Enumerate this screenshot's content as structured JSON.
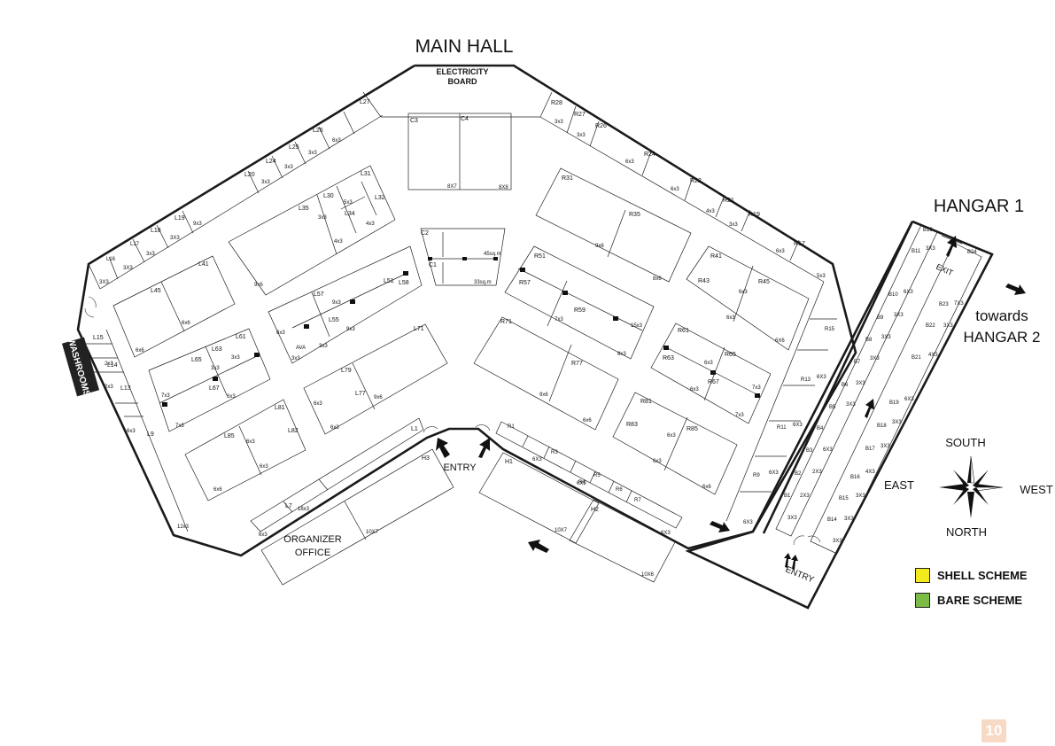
{
  "halls": {
    "main_hall": "MAIN HALL",
    "hangar1": "HANGAR 1",
    "towards": "towards",
    "hangar2": "HANGAR 2"
  },
  "facilities": {
    "electricity1": "ELECTRICITY",
    "electricity2": "BOARD",
    "washrooms": "WASHROOMS",
    "organizer1": "ORGANIZER",
    "organizer2": "OFFICE",
    "entry": "ENTRY",
    "exit": "EXIT"
  },
  "compass": {
    "south": "SOUTH",
    "north": "NORTH",
    "east": "EAST",
    "west": "WEST"
  },
  "legend": [
    {
      "label": "SHELL SCHEME",
      "color": "#f2ea1d"
    },
    {
      "label": "BARE SCHEME",
      "color": "#7dbb47"
    }
  ],
  "page_number": "10",
  "booths": {
    "L27": "L27",
    "L26": "L26",
    "L25": "L25",
    "L24": "L24",
    "L20": "L20",
    "L19": "L19",
    "L18": "L18",
    "L17": "L17",
    "L16": "L16",
    "L15": "L15",
    "L14": "L14",
    "L13": "L13",
    "L9": "L9",
    "L7": "L7",
    "L1": "L1",
    "L31": "L31",
    "L30": "L30",
    "L32": "L32",
    "L34": "L34",
    "L35": "L35",
    "L41": "L41",
    "L45": "L45",
    "L51": "L51",
    "L57": "L57",
    "L58": "L58",
    "L55": "L55",
    "AVA": "AVA",
    "L61": "L61",
    "L63": "L63",
    "L65": "L65",
    "L67": "L67",
    "L71": "L71",
    "L79": "L79",
    "L77": "L77",
    "L81": "L81",
    "L85": "L85",
    "L82": "L82",
    "C3": "C3",
    "C4": "C4",
    "C2": "C2",
    "C1": "C1",
    "R28": "R28",
    "R27": "R27",
    "R26": "R26",
    "R24": "R24",
    "R22": "R22",
    "R21": "R21",
    "R19": "R19",
    "R17": "R17",
    "R15": "R15",
    "R13": "R13",
    "R11": "R11",
    "R9": "R9",
    "R7": "R7",
    "R6": "R6",
    "R5": "R5",
    "R4": "R4",
    "R3": "R3",
    "R1": "R1",
    "R31": "R31",
    "R35": "R35",
    "R41": "R41",
    "R43": "R43",
    "R45": "R45",
    "R51": "R51",
    "R57": "R57",
    "R59": "R59",
    "R61": "R61",
    "R63": "R63",
    "R65": "R65",
    "R67": "R67",
    "R71": "R71",
    "R77": "R77",
    "R81": "R81",
    "R83": "R83",
    "R85": "R85",
    "H1": "H1",
    "H2": "H2",
    "H3": "H3",
    "B1": "B1",
    "B2": "B2",
    "B3": "B3",
    "B4": "B4",
    "B5": "B5",
    "B6": "B6",
    "B7": "B7",
    "B8": "B8",
    "B9": "B9",
    "B10": "B10",
    "B11": "B11",
    "B13": "B13",
    "B14": "B14",
    "B15": "B15",
    "B16": "B16",
    "B17": "B17",
    "B18": "B18",
    "B19": "B19",
    "B21": "B21",
    "B22": "B22",
    "B23": "B23",
    "B24": "B24"
  },
  "sizes": {
    "s_l26": "6x3",
    "s_l25": "3x3",
    "s_l24": "3x3",
    "s_l20": "3x3",
    "s_l19": "9x3",
    "s_l18": "3X3",
    "s_l17": "3x3",
    "s_l16": "3X3",
    "s_l9": "6x3",
    "s_l13": "2x3",
    "s_l14": "2x3",
    "s_12x3": "12x3",
    "s_l7": "18x3",
    "s_l7b": "6x3",
    "s_l35": "9x6",
    "s_l30": "3x3",
    "s_l34": "5x3",
    "s_l32": "4x3",
    "s_l31": "4x3",
    "s_l45": "6x6",
    "s_l41": "6x6",
    "s_l57": "9x3",
    "s_l55": "3x3",
    "s_l55b": "9x3",
    "s_ava": "6x3",
    "s_ava2": "3x3",
    "s_l63": "3x3",
    "s_l61": "3x3",
    "s_l65": "7x3",
    "s_l67": "6x3",
    "s_l65b": "7x3",
    "s_l79": "6x3",
    "s_l77": "9x6",
    "s_l79b": "6x3",
    "s_l85": "6x3",
    "s_l82": "6x3",
    "s_l85b": "6x6",
    "s_c3": "8X7",
    "s_c4": "8X8",
    "s_c2": "45sq.m",
    "s_c1": "33sq.m",
    "s_r28": "3x3",
    "s_r27": "3x3",
    "s_r24": "6x3",
    "s_r22": "6x3",
    "s_r21": "4x3",
    "s_r19": "3x3",
    "s_r17": "6x3",
    "s_r15": "5x3",
    "s_r35": "9x6",
    "s_r35b": "8x6",
    "s_r43": "6x3",
    "s_r43b": "6x3",
    "s_r45": "6X6",
    "s_r57": "7x3",
    "s_r59": "15x3",
    "s_r59b": "8x3",
    "s_r77": "9x6",
    "s_r77b": "6x6",
    "s_r65": "6x3",
    "s_r67": "6x3",
    "s_r67b": "7x3",
    "s_r63": "7x3",
    "s_r85": "6x3",
    "s_r83": "6x3",
    "s_r85b": "6x6",
    "s_r13": "6X3",
    "s_r11": "6X3",
    "s_r9": "6X3",
    "s_rdn": "6X3",
    "s_r1": "6X3",
    "s_h1": "10X7",
    "s_h2": "10X6",
    "s_h3": "10X7",
    "s_b11": "3X3",
    "s_b10": "6X3",
    "s_b9": "3X3",
    "s_b8": "3X3",
    "s_b7": "3X3",
    "s_b6": "3X3",
    "s_b5": "3X3",
    "s_b3": "6X3",
    "s_b4": "2X3",
    "s_b1": "3X3",
    "s_b23": "7X3",
    "s_b22": "3X3",
    "s_b21": "4X3",
    "s_b19": "6X3",
    "s_b18": "3X3",
    "s_b17": "3X3",
    "s_b16": "4X3",
    "s_b15": "3X3",
    "s_b14": "3X3",
    "s_b13": "3X3"
  }
}
